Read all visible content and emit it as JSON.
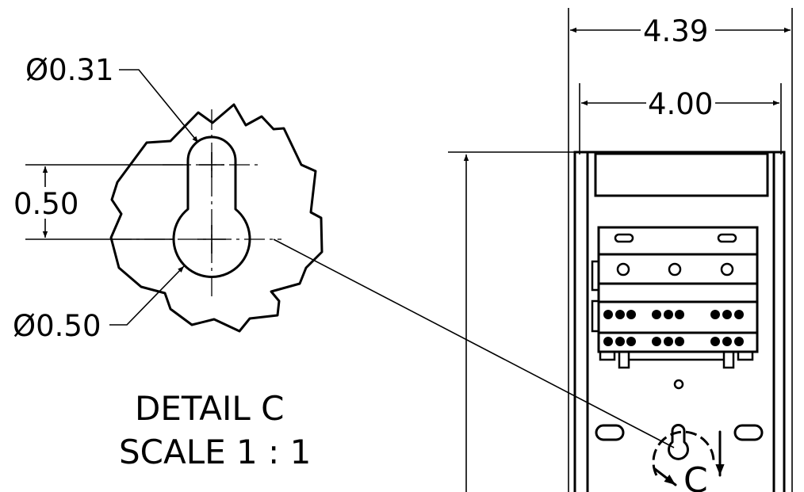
{
  "detail": {
    "slot_diameter": "Ø0.31",
    "hole_diameter": "Ø0.50",
    "center_distance": "0.50",
    "title_line1": "DETAIL  C",
    "title_line2": "SCALE 1 : 1"
  },
  "main_view": {
    "overall_width": "4.39",
    "inner_width": "4.00",
    "detail_callout": "C"
  }
}
